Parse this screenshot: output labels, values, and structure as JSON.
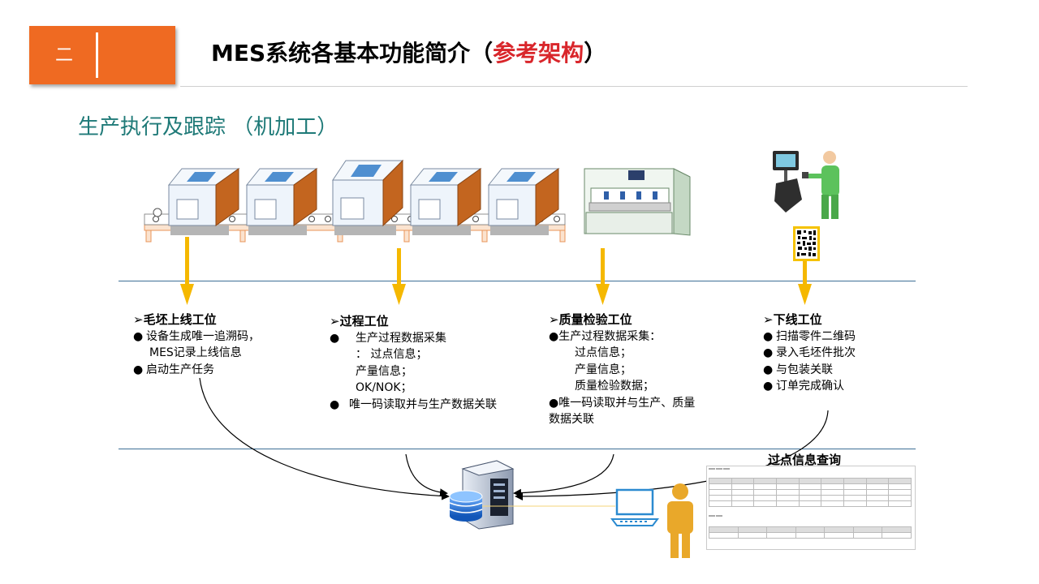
{
  "header": {
    "section_number": "二",
    "title_main": "MES系统各基本功能简介（",
    "title_accent": "参考架构",
    "title_end": "）"
  },
  "subtitle": "生产执行及跟踪 （机加工）",
  "colors": {
    "badge": "#ef6a22",
    "accent_red": "#d9262b",
    "subtitle_teal": "#1f7a78",
    "arrow_yellow": "#f5b800",
    "divider_blue": "#3d6f96"
  },
  "stations": [
    {
      "name": "毛坯上线工位",
      "lines": [
        "设备生成唯一追溯码，",
        "MES记录上线信息",
        "启动生产任务"
      ]
    },
    {
      "name": "过程工位",
      "lines": [
        "生产过程数据采集",
        "：   过点信息；",
        "产量信息；",
        "OK/NOK；",
        "唯一码读取并与生产数据关联"
      ]
    },
    {
      "name": "质量检验工位",
      "lines": [
        "●生产过程数据采集：",
        "过点信息；",
        "产量信息；",
        "质量检验数据；",
        "●唯一码读取并与生产、质量",
        "数据关联"
      ]
    },
    {
      "name": "下线工位",
      "lines": [
        "扫描零件二维码",
        "录入毛坯件批次",
        "与包装关联",
        "订单完成确认"
      ]
    }
  ],
  "query_caption": "过点信息查询",
  "icons": [
    "server-icon",
    "computer-icon",
    "operator-icon",
    "qr-code-icon",
    "scanner-worker-icon",
    "machine-icon",
    "inspection-station-icon"
  ]
}
